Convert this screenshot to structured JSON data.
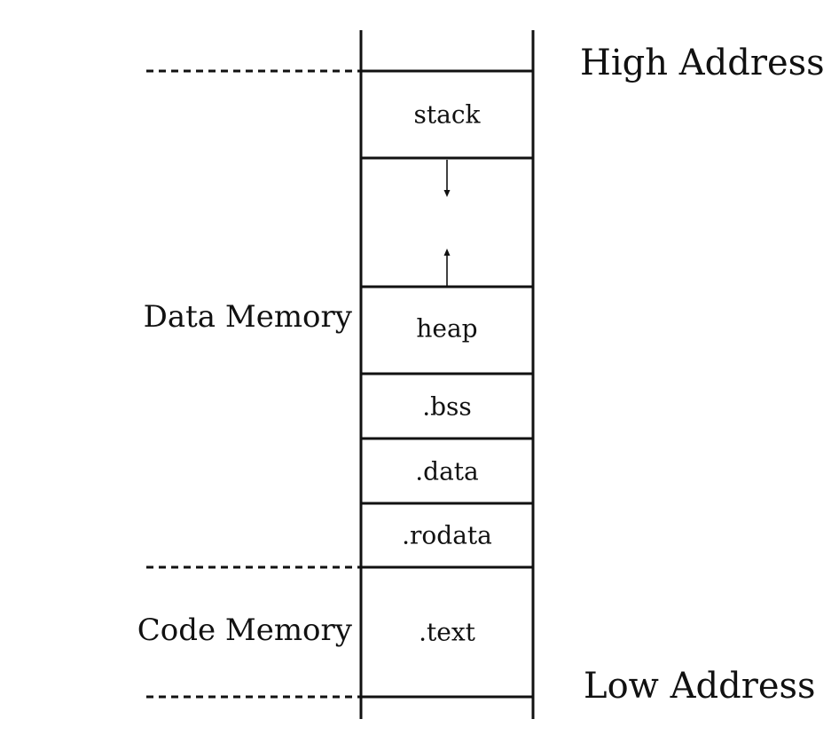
{
  "diagram": {
    "address_labels": {
      "high": "High Address",
      "low": "Low Address"
    },
    "region_labels": {
      "data": "Data Memory",
      "code": "Code Memory"
    },
    "segments": {
      "stack": "stack",
      "heap": "heap",
      "bss": ".bss",
      "data": ".data",
      "rodata": ".rodata",
      "text": ".text"
    },
    "colors": {
      "line": "#111111",
      "text": "#111111",
      "background": "#ffffff"
    }
  }
}
